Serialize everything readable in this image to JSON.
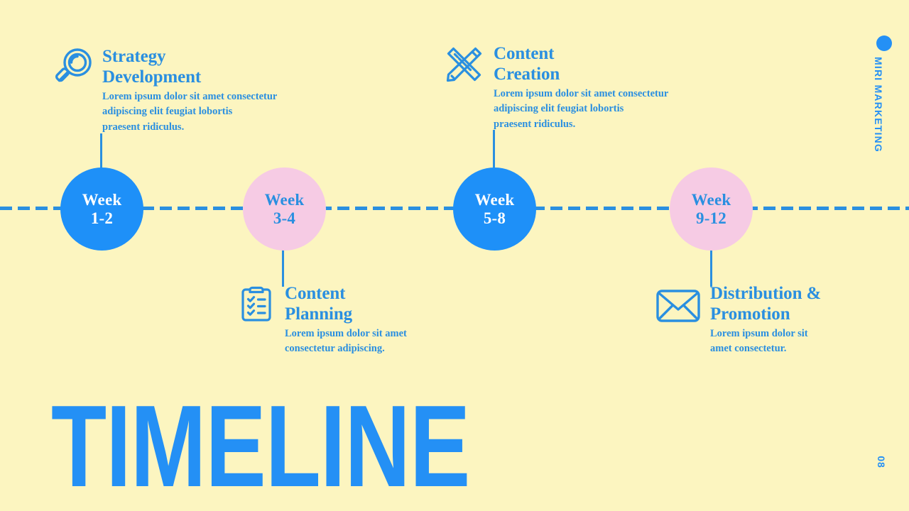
{
  "theme": {
    "background": "#FCF5C0",
    "accent_blue": "#1E90F8",
    "accent_pink": "#F6CBE4",
    "text_blue": "#2A8FE0",
    "headline_blue": "#2490F5"
  },
  "headline": "TIMELINE",
  "brand": {
    "name": "MIRI MARKETING",
    "page_number": "08",
    "dot_icon": "brand-dot-icon"
  },
  "timeline": {
    "axis_style": "dashed",
    "milestones": [
      {
        "id": "week-1-2",
        "week_word": "Week",
        "week_range": "1-2",
        "circle_color": "#1E90F8",
        "label_color": "#FFFFFF",
        "position": "above",
        "icon": "magnifier-icon",
        "title": "Strategy\nDevelopment",
        "description": "Lorem ipsum dolor sit amet consectetur\nadipiscing elit feugiat lobortis\npraesent ridiculus."
      },
      {
        "id": "week-3-4",
        "week_word": "Week",
        "week_range": "3-4",
        "circle_color": "#F6CBE4",
        "label_color": "#2A8FE0",
        "position": "below",
        "icon": "clipboard-checklist-icon",
        "title": "Content\nPlanning",
        "description": "Lorem ipsum dolor sit amet\nconsectetur adipiscing."
      },
      {
        "id": "week-5-8",
        "week_word": "Week",
        "week_range": "5-8",
        "circle_color": "#1E90F8",
        "label_color": "#FFFFFF",
        "position": "above",
        "icon": "pencil-ruler-icon",
        "title": "Content\nCreation",
        "description": "Lorem ipsum dolor sit amet consectetur\nadipiscing elit feugiat lobortis\npraesent ridiculus."
      },
      {
        "id": "week-9-12",
        "week_word": "Week",
        "week_range": "9-12",
        "circle_color": "#F6CBE4",
        "label_color": "#2A8FE0",
        "position": "below",
        "icon": "envelope-icon",
        "title": "Distribution &\nPromotion",
        "description": "Lorem ipsum dolor sit\namet consectetur."
      }
    ]
  }
}
